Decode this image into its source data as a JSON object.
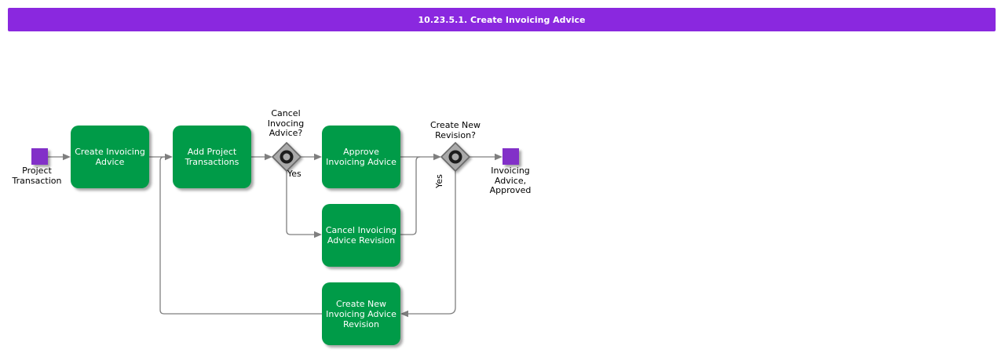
{
  "title_bar": {
    "text": "10.23.5.1. Create Invoicing Advice"
  },
  "colors": {
    "header_bg": "#8A28DF",
    "task_bg": "#009B48",
    "event_bg": "#8230C8",
    "connector": "#7F7F7F",
    "gateway_fill": "#A9A9A9",
    "gateway_border": "#696969",
    "gateway_ring": "#1C1C1C",
    "task_text": "#FFFFFF",
    "label_text": "#000000",
    "page_bg": "#FFFFFF",
    "title_text": "#FFFFFF"
  },
  "nodes": {
    "start_event": {
      "type": "start",
      "label": "Project\nTransaction"
    },
    "task_create_invoicing_advice": {
      "label": "Create Invoicing\nAdvice"
    },
    "task_add_project_transactions": {
      "label": "Add Project\nTransactions"
    },
    "gateway_cancel_invoicing_advice": {
      "question": "Cancel\nInvocing\nAdvice?",
      "yes_label": "Yes"
    },
    "task_approve_invoicing_advice": {
      "label": "Approve\nInvoicing Advice"
    },
    "gateway_create_new_revision": {
      "question": "Create New\nRevision?",
      "yes_label": "Yes"
    },
    "end_event": {
      "type": "end",
      "label": "Invoicing\nAdvice,\nApproved"
    },
    "task_cancel_invoicing_advice_revision": {
      "label": "Cancel Invoicing\nAdvice Revision"
    },
    "task_create_new_invoicing_advice_revision": {
      "label": "Create New\nInvoicing Advice\nRevision"
    }
  }
}
